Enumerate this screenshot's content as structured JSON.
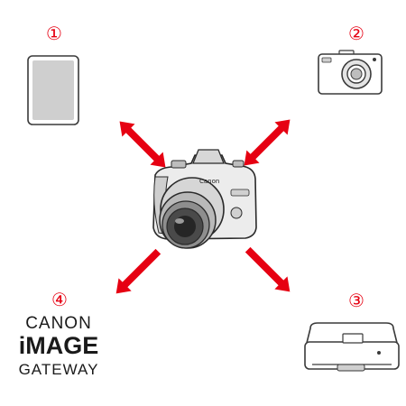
{
  "markers": {
    "tablet": "①",
    "compact_camera": "②",
    "printer": "③",
    "image_gateway": "④"
  },
  "logo": {
    "line1": "CANON",
    "line2": "iMAGE",
    "line3": "GATEWAY"
  },
  "camera": {
    "brand": "Canon"
  },
  "colors": {
    "arrow": "#e60012",
    "marker": "#e60012",
    "outline": "#1a1a1a"
  }
}
